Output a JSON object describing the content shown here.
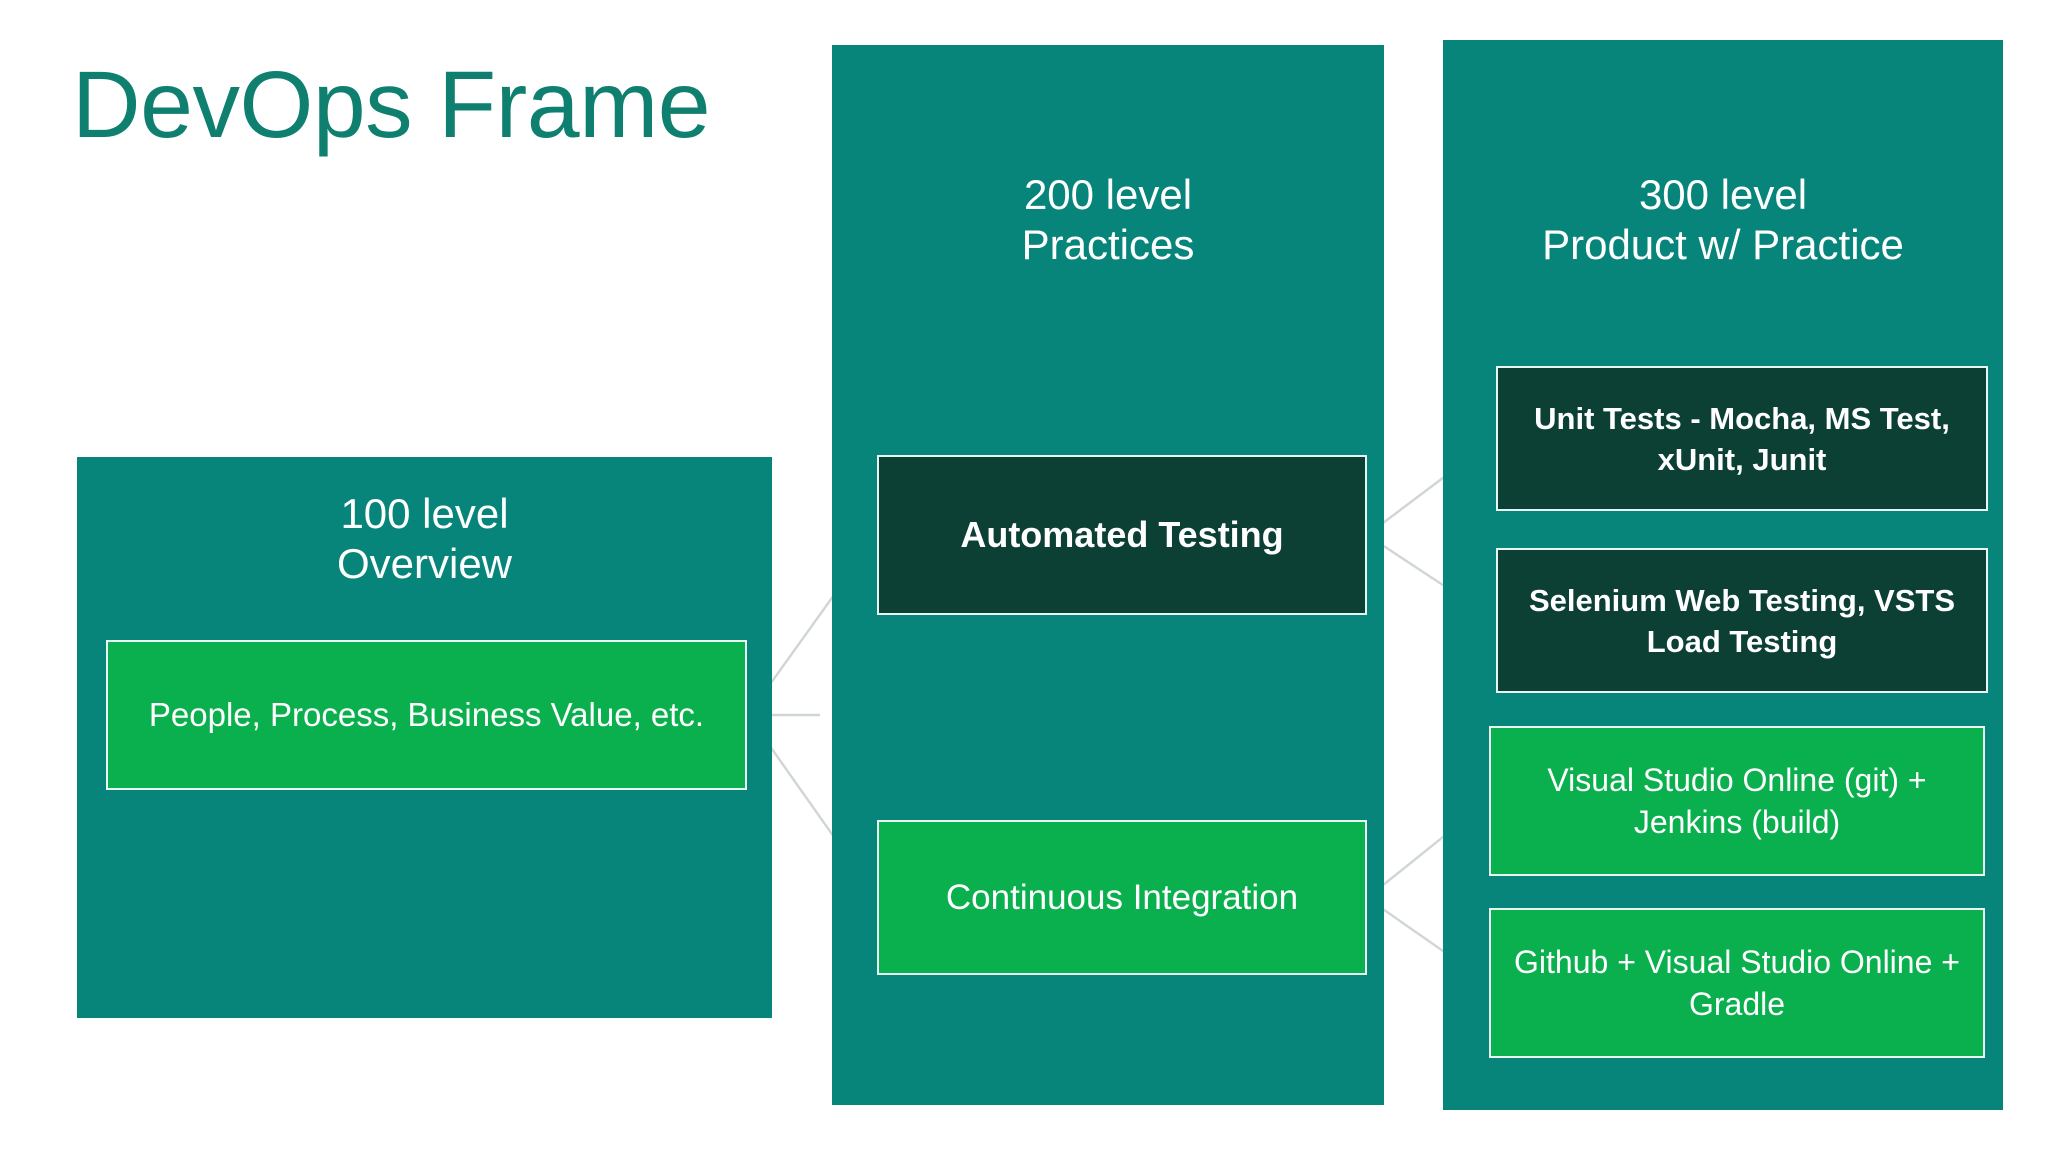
{
  "slide": {
    "title": "DevOps Frame",
    "background_color": "#ffffff"
  },
  "colors": {
    "title_green": "#0f8070",
    "panel_teal": "#07857a",
    "node_green": "#0bb04e",
    "node_dark": "#0c4035",
    "node_border": "#e8f5f2",
    "connector": "#cfd6d4",
    "text_white": "#ffffff"
  },
  "columns": [
    {
      "id": "level-100",
      "header_line1": "100 level",
      "header_line2": "Overview",
      "nodes": [
        {
          "id": "people-process",
          "label": "People, Process, Business Value, etc.",
          "style": "green",
          "bold": false
        }
      ]
    },
    {
      "id": "level-200",
      "header_line1": "200 level",
      "header_line2": "Practices",
      "nodes": [
        {
          "id": "automated-testing",
          "label": "Automated Testing",
          "style": "dark",
          "bold": true
        },
        {
          "id": "continuous-integration",
          "label": "Continuous Integration",
          "style": "green",
          "bold": false
        }
      ]
    },
    {
      "id": "level-300",
      "header_line1": "300 level",
      "header_line2": "Product w/ Practice",
      "nodes": [
        {
          "id": "unit-tests",
          "label": "Unit Tests - Mocha, MS Test, xUnit, Junit",
          "style": "dark",
          "bold": true
        },
        {
          "id": "selenium-vsts",
          "label": "Selenium Web Testing, VSTS Load Testing",
          "style": "dark",
          "bold": true
        },
        {
          "id": "vso-jenkins",
          "label": "Visual Studio Online (git) + Jenkins (build)",
          "style": "green",
          "bold": false
        },
        {
          "id": "github-gradle",
          "label": "Github + Visual Studio Online + Gradle",
          "style": "green",
          "bold": false
        }
      ]
    }
  ],
  "connections": [
    {
      "from": "people-process",
      "to": "automated-testing"
    },
    {
      "from": "people-process",
      "to": "continuous-integration"
    },
    {
      "from": "automated-testing",
      "to": "unit-tests"
    },
    {
      "from": "automated-testing",
      "to": "selenium-vsts"
    },
    {
      "from": "continuous-integration",
      "to": "vso-jenkins"
    },
    {
      "from": "continuous-integration",
      "to": "github-gradle"
    }
  ]
}
